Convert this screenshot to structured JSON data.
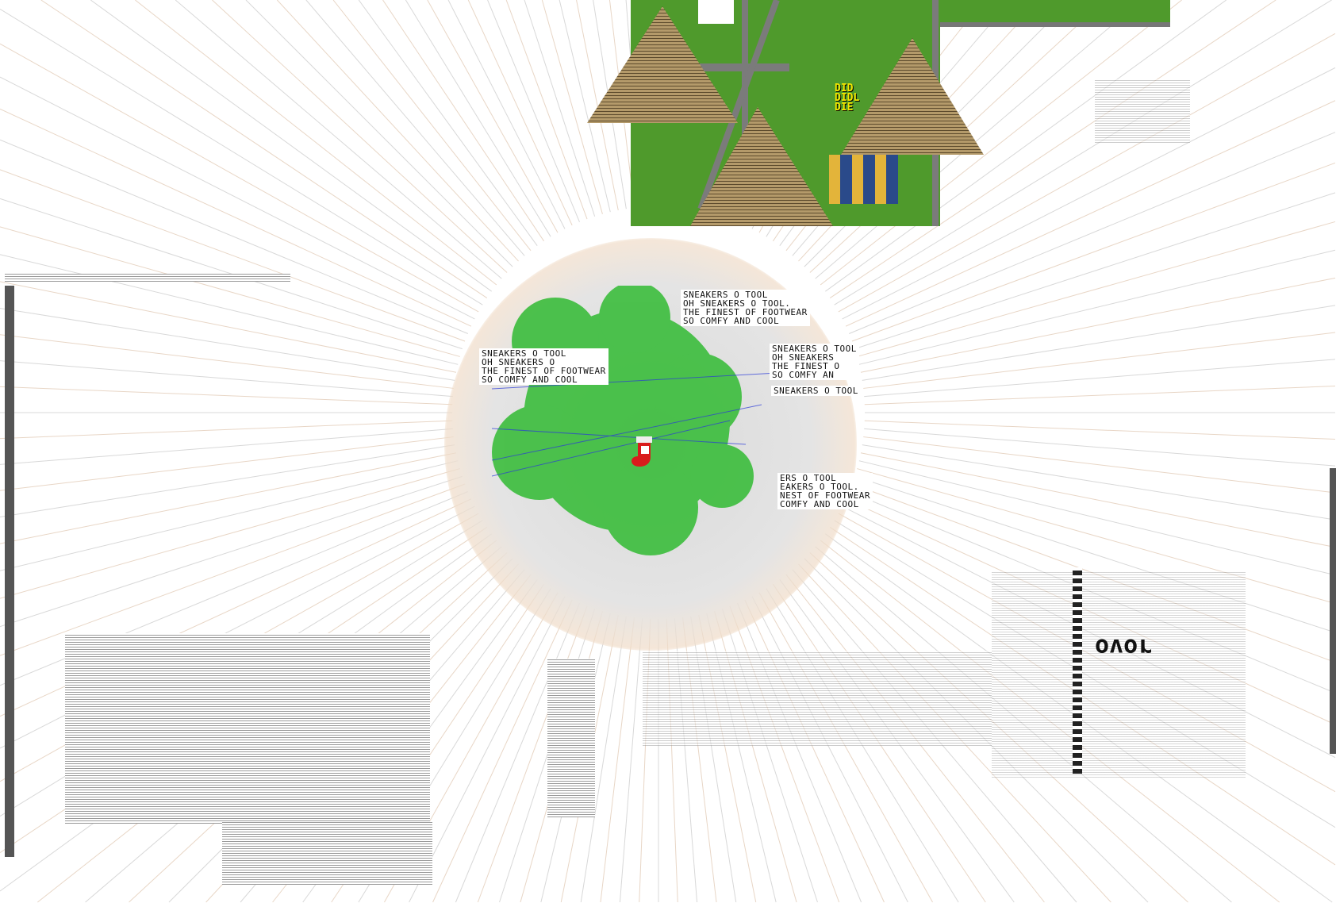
{
  "colors": {
    "green": "#3bbd3c",
    "grass": "#4f9a2c",
    "road": "#7b7b7b",
    "tan": "#a58a5c",
    "peach": "#f0d8c4",
    "blue": "#2a3ad8",
    "stocking": "#d91c1c"
  },
  "text_blocks": [
    {
      "lines": [
        "SNEAKERS O TOOL",
        "OH SNEAKERS O TOOL.",
        "THE FINEST OF FOOTWEAR",
        "SO COMFY AND COOL"
      ]
    },
    {
      "lines": [
        "SNEAKERS O TOOL",
        "OH SNEAKERS O",
        "THE FINEST OF FOOTWEAR",
        "SO COMFY AND COOL"
      ]
    },
    {
      "lines": [
        "SNEAKERS O TOOL",
        "OH SNEAKERS",
        "THE FINEST O",
        "SO COMFY AN"
      ]
    },
    {
      "lines": [
        "SNEAKERS O TOOL"
      ]
    },
    {
      "lines": [
        "ERS O TOOL",
        "EAKERS O TOOL.",
        "NEST OF FOOTWEAR",
        "COMFY AND COOL"
      ]
    }
  ],
  "sign_text": [
    "DID",
    "DIDL",
    "DIE"
  ],
  "wordmark": "ovor"
}
